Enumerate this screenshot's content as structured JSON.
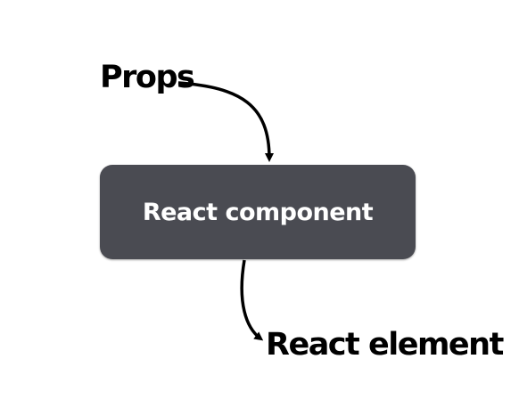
{
  "diagram": {
    "input_label": "Props",
    "component_label": "React component",
    "output_label": "React element"
  },
  "colors": {
    "component_fill": "#4a4b52",
    "component_text": "#ffffff",
    "arrow": "#000000",
    "label_text": "#000000"
  }
}
